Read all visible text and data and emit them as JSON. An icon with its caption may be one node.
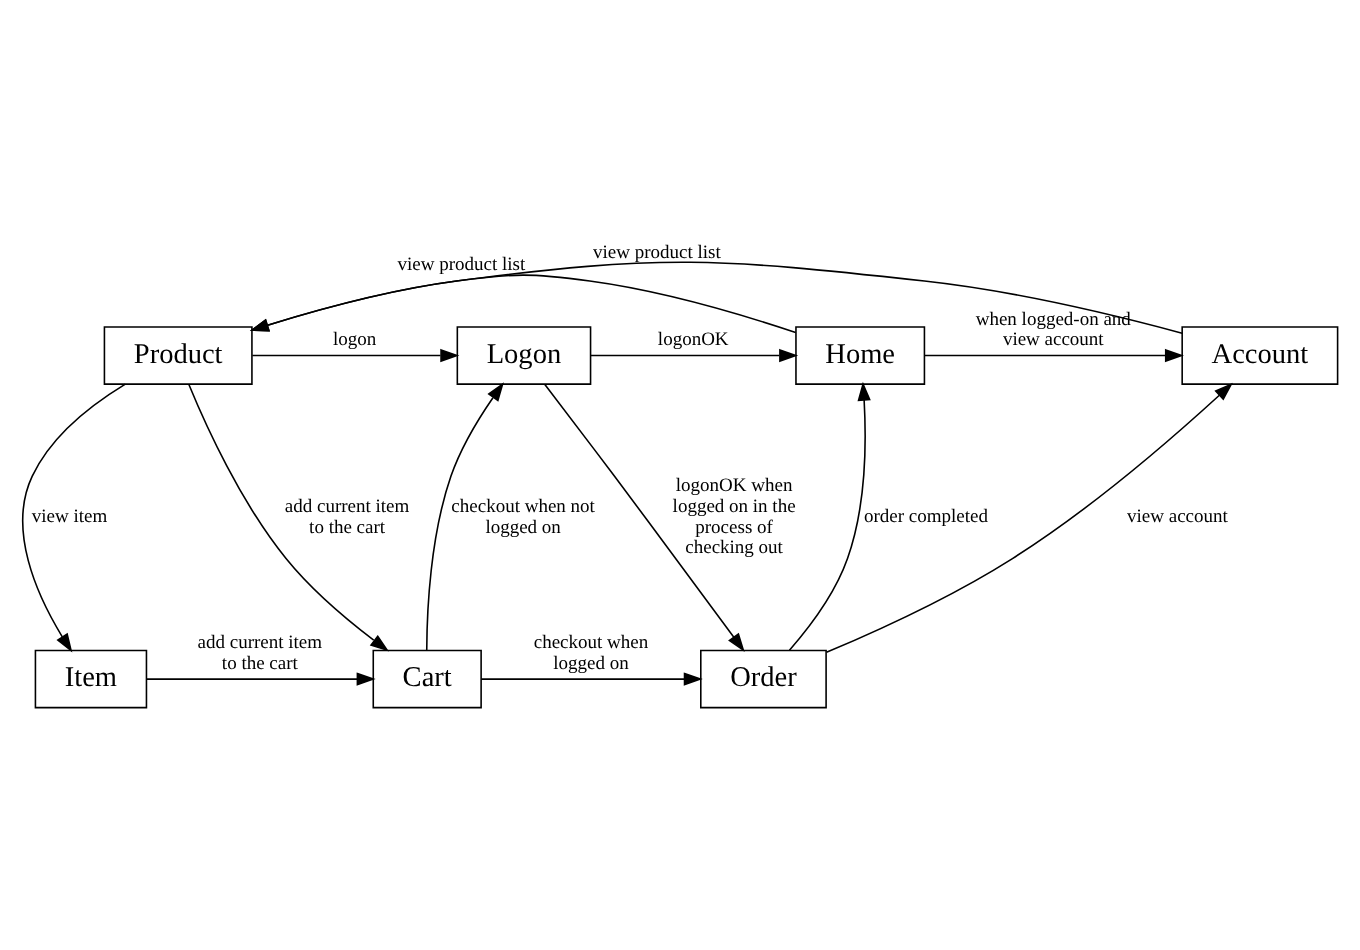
{
  "diagram": {
    "nodes": [
      {
        "text": [
          "Product"
        ]
      },
      {
        "text": [
          "Logon"
        ]
      },
      {
        "text": [
          "Home"
        ]
      },
      {
        "text": [
          "Account"
        ]
      },
      {
        "text": [
          "Item"
        ]
      },
      {
        "text": [
          "Cart"
        ]
      },
      {
        "text": [
          "Order"
        ]
      }
    ],
    "edges": [
      {
        "from": 2,
        "to": 0,
        "arrow": "to",
        "label": "view product list"
      },
      {
        "from": 3,
        "to": 0,
        "arrow": "to",
        "label": "view product list"
      },
      {
        "from": 0,
        "to": 1,
        "arrow": "to",
        "label": "logon"
      },
      {
        "from": 1,
        "to": 2,
        "arrow": "to",
        "label": "logonOK"
      },
      {
        "from": 0,
        "to": 4,
        "arrow": "to",
        "label": "view item"
      },
      {
        "from": 0,
        "to": 5,
        "arrow": "to",
        "label": "add current item to the cart"
      },
      {
        "from": 5,
        "to": 1,
        "arrow": "to",
        "label": "checkout when not logged on"
      },
      {
        "from": 1,
        "to": 6,
        "arrow": "to",
        "label": "logonOK when logged on in the process of checking out"
      },
      {
        "from": 2,
        "to": 3,
        "arrow": "to",
        "label": "when logged-on and view account"
      },
      {
        "from": 4,
        "to": 5,
        "arrow": "to",
        "label": "add current item to the cart"
      },
      {
        "from": 5,
        "to": 6,
        "arrow": "to",
        "label": "checkout when logged on"
      },
      {
        "from": 6,
        "to": 2,
        "arrow": "to",
        "label": "order completed"
      },
      {
        "from": 6,
        "to": 3,
        "arrow": "to",
        "label": "view account"
      }
    ]
  }
}
